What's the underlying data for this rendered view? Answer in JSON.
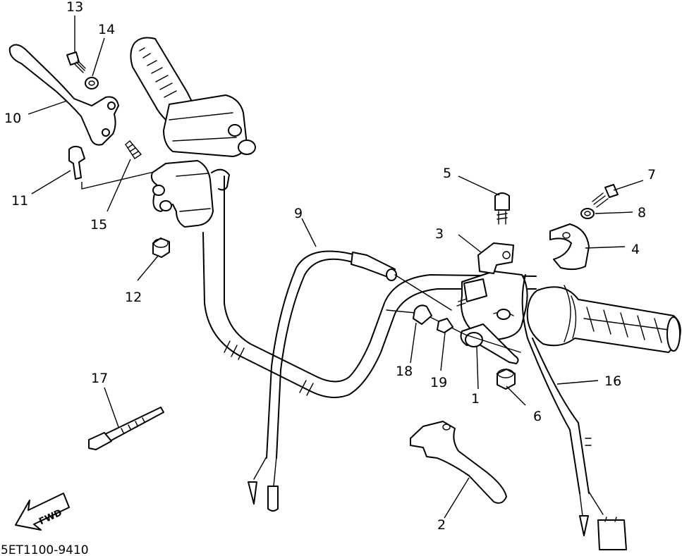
{
  "callouts": [
    {
      "id": "c1",
      "label": "1"
    },
    {
      "id": "c2",
      "label": "2"
    },
    {
      "id": "c3",
      "label": "3"
    },
    {
      "id": "c4",
      "label": "4"
    },
    {
      "id": "c5",
      "label": "5"
    },
    {
      "id": "c6",
      "label": "6"
    },
    {
      "id": "c7",
      "label": "7"
    },
    {
      "id": "c8",
      "label": "8"
    },
    {
      "id": "c9",
      "label": "9"
    },
    {
      "id": "c10",
      "label": "10"
    },
    {
      "id": "c11",
      "label": "11"
    },
    {
      "id": "c12",
      "label": "12"
    },
    {
      "id": "c13",
      "label": "13"
    },
    {
      "id": "c14",
      "label": "14"
    },
    {
      "id": "c15",
      "label": "15"
    },
    {
      "id": "c16",
      "label": "16"
    },
    {
      "id": "c17",
      "label": "17"
    },
    {
      "id": "c18",
      "label": "18"
    },
    {
      "id": "c19",
      "label": "19"
    }
  ],
  "fwd_arrow_label": "FWD",
  "diagram_code": "5ET1100-9410"
}
